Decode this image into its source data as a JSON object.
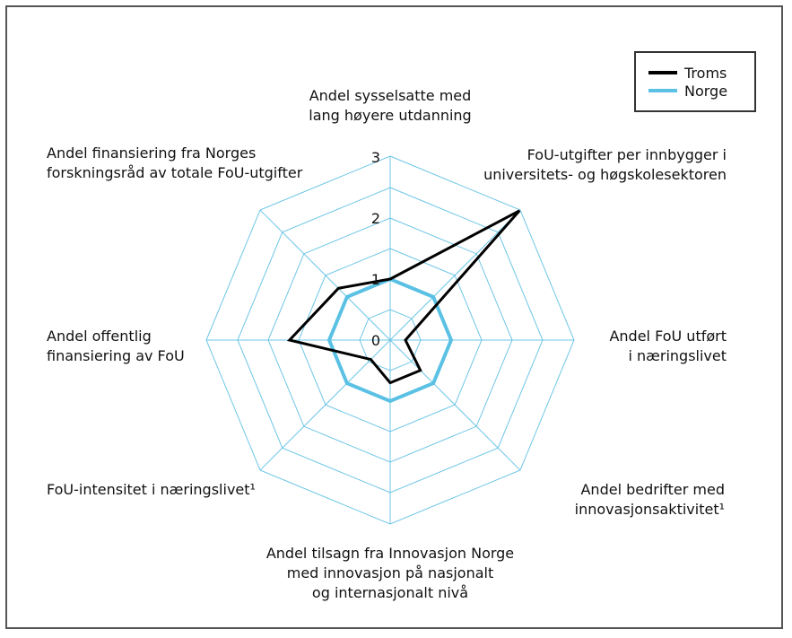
{
  "chart_data": {
    "type": "radar",
    "axes": [
      "Andel sysselsatte med\nlang høyere utdanning",
      "FoU-utgifter per innbygger i\nuniversitets- og høgskolesektoren",
      "Andel FoU utført\ni næringslivet",
      "Andel bedrifter med\ninnovasjonsaktivitet¹",
      "Andel tilsagn fra Innovasjon Norge\nmed innovasjon på nasjonalt\nog internasjonalt nivå",
      "FoU-intensitet i næringslivet¹",
      "Andel offentlig\nfinansiering av FoU",
      "Andel finansiering fra Norges\nforskningsråd av totale FoU-utgifter"
    ],
    "ticks": [
      "0",
      "1",
      "2",
      "3"
    ],
    "range": [
      0,
      3
    ],
    "series": [
      {
        "name": "Troms",
        "color": "#000000",
        "values": [
          1.0,
          3.0,
          0.25,
          0.7,
          0.7,
          0.45,
          1.65,
          1.2
        ]
      },
      {
        "name": "Norge",
        "color": "#5bc1e4",
        "values": [
          1.0,
          1.0,
          1.0,
          1.0,
          1.0,
          1.0,
          1.0,
          1.0
        ]
      }
    ],
    "grid_color": "#6ec6e6",
    "grid": true,
    "legend_position": "top-right"
  },
  "legend": {
    "items": [
      {
        "label": "Troms",
        "color": "#000000"
      },
      {
        "label": "Norge",
        "color": "#5bc1e4"
      }
    ]
  }
}
